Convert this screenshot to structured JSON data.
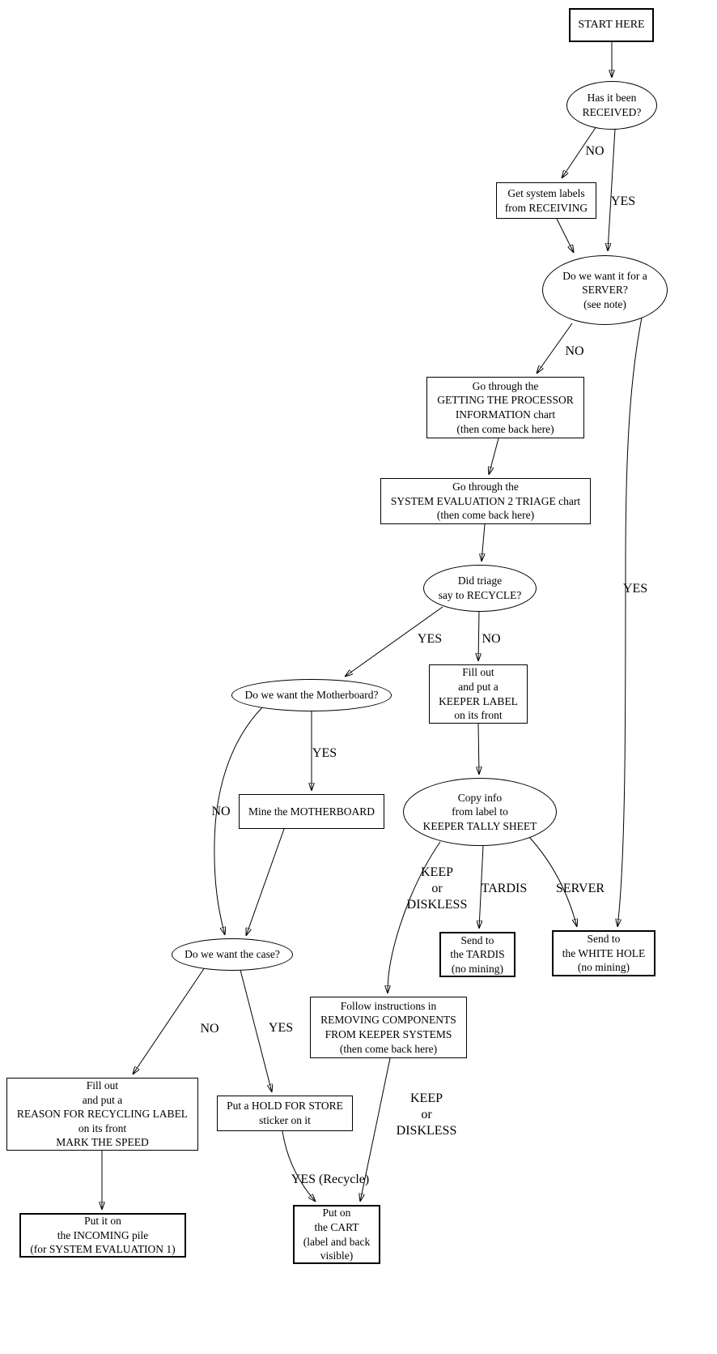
{
  "nodes": {
    "start": {
      "label": "START HERE"
    },
    "received": {
      "label": "Has it been\nRECEIVED?"
    },
    "get_labels": {
      "label": "Get system labels\nfrom RECEIVING"
    },
    "server_q": {
      "label": "Do we want it for a\nSERVER?\n(see note)"
    },
    "processor_chart": {
      "label": "Go through the\nGETTING THE PROCESSOR\nINFORMATION chart\n(then come back here)"
    },
    "triage_chart": {
      "label": "Go through the\nSYSTEM EVALUATION 2 TRIAGE chart\n(then come back here)"
    },
    "triage_recycle_q": {
      "label": "Did triage\nsay to RECYCLE?"
    },
    "motherboard_q": {
      "label": "Do we want the Motherboard?"
    },
    "keeper_label": {
      "label": "Fill out\nand put a\nKEEPER LABEL\non its front"
    },
    "mine_motherboard": {
      "label": "Mine the MOTHERBOARD"
    },
    "keeper_tally": {
      "label": "Copy info\nfrom label to\nKEEPER TALLY SHEET"
    },
    "case_q": {
      "label": "Do we want the case?"
    },
    "tardis": {
      "label": "Send to\nthe TARDIS\n(no mining)"
    },
    "white_hole": {
      "label": "Send to\nthe WHITE HOLE\n(no mining)"
    },
    "removing_components": {
      "label": "Follow instructions in\nREMOVING COMPONENTS\nFROM KEEPER SYSTEMS\n(then come back here)"
    },
    "recycling_label": {
      "label": "Fill out\nand put a\nREASON FOR RECYCLING LABEL\non its front\nMARK THE SPEED"
    },
    "hold_for_store": {
      "label": "Put a HOLD FOR STORE\nsticker on it"
    },
    "incoming_pile": {
      "label": "Put it on\nthe INCOMING pile\n(for SYSTEM EVALUATION 1)"
    },
    "cart": {
      "label": "Put on\nthe CART\n(label and back\nvisible)"
    }
  },
  "edge_labels": {
    "received_no": "NO",
    "received_yes": "YES",
    "server_no": "NO",
    "server_yes": "YES",
    "triage_yes": "YES",
    "triage_no": "NO",
    "motherboard_yes": "YES",
    "motherboard_no": "NO",
    "tally_keep": "KEEP\nor\nDISKLESS",
    "tally_tardis": "TARDIS",
    "tally_server": "SERVER",
    "case_no": "NO",
    "case_yes": "YES",
    "hold_recycle": "YES (Recycle)",
    "removing_keep": "KEEP\nor\nDISKLESS"
  },
  "colors": {
    "stroke": "#000000",
    "background": "#ffffff"
  }
}
